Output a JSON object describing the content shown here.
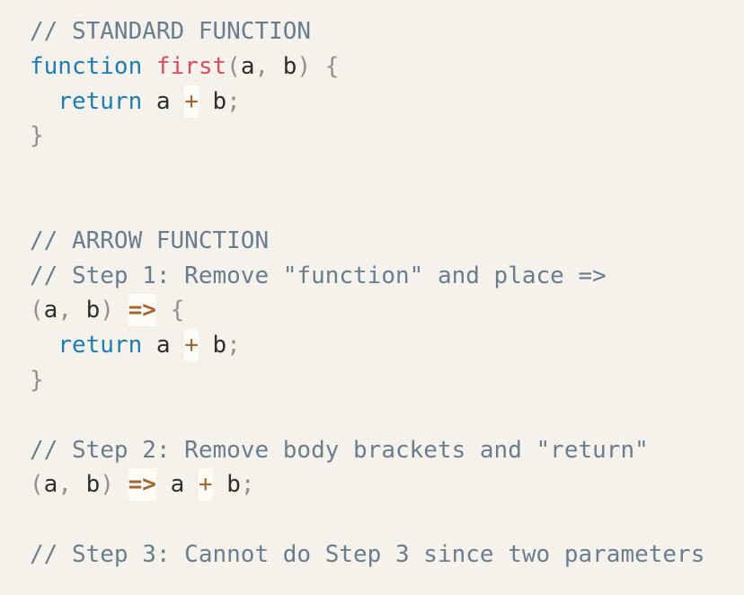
{
  "colors": {
    "bg": "#f5f2ec",
    "comment": "#6a7d8e",
    "keyword": "#1b7db6",
    "function-name": "#dd4b5e",
    "punctuation": "#8f8f8f",
    "variable": "#2e2e2e",
    "operator": "#a8642c",
    "operator-highlight": "#fdfbf6"
  },
  "code": {
    "lines": [
      {
        "tokens": [
          {
            "text": "// STANDARD FUNCTION",
            "type": "comment"
          }
        ]
      },
      {
        "tokens": [
          {
            "text": "function",
            "type": "keyword"
          },
          {
            "text": " ",
            "type": "plain"
          },
          {
            "text": "first",
            "type": "fname"
          },
          {
            "text": "(",
            "type": "punct"
          },
          {
            "text": "a",
            "type": "var"
          },
          {
            "text": ", ",
            "type": "punct"
          },
          {
            "text": "b",
            "type": "var"
          },
          {
            "text": ")",
            "type": "punct"
          },
          {
            "text": " ",
            "type": "plain"
          },
          {
            "text": "{",
            "type": "punct"
          }
        ]
      },
      {
        "tokens": [
          {
            "text": "  ",
            "type": "plain"
          },
          {
            "text": "return",
            "type": "keyword"
          },
          {
            "text": " ",
            "type": "plain"
          },
          {
            "text": "a",
            "type": "var"
          },
          {
            "text": " ",
            "type": "plain"
          },
          {
            "text": "+",
            "type": "op"
          },
          {
            "text": " ",
            "type": "plain"
          },
          {
            "text": "b",
            "type": "var"
          },
          {
            "text": ";",
            "type": "punct"
          }
        ]
      },
      {
        "tokens": [
          {
            "text": "}",
            "type": "punct"
          }
        ]
      },
      {
        "tokens": []
      },
      {
        "tokens": []
      },
      {
        "tokens": [
          {
            "text": "// ARROW FUNCTION",
            "type": "comment"
          }
        ]
      },
      {
        "tokens": [
          {
            "text": "// Step 1: Remove \"function\" and place =>",
            "type": "comment"
          }
        ]
      },
      {
        "tokens": [
          {
            "text": "(",
            "type": "punct"
          },
          {
            "text": "a",
            "type": "var"
          },
          {
            "text": ", ",
            "type": "punct"
          },
          {
            "text": "b",
            "type": "var"
          },
          {
            "text": ")",
            "type": "punct"
          },
          {
            "text": " ",
            "type": "plain"
          },
          {
            "text": "=>",
            "type": "arrow"
          },
          {
            "text": " ",
            "type": "plain"
          },
          {
            "text": "{",
            "type": "punct"
          }
        ]
      },
      {
        "tokens": [
          {
            "text": "  ",
            "type": "plain"
          },
          {
            "text": "return",
            "type": "keyword"
          },
          {
            "text": " ",
            "type": "plain"
          },
          {
            "text": "a",
            "type": "var"
          },
          {
            "text": " ",
            "type": "plain"
          },
          {
            "text": "+",
            "type": "op"
          },
          {
            "text": " ",
            "type": "plain"
          },
          {
            "text": "b",
            "type": "var"
          },
          {
            "text": ";",
            "type": "punct"
          }
        ]
      },
      {
        "tokens": [
          {
            "text": "}",
            "type": "punct"
          }
        ]
      },
      {
        "tokens": []
      },
      {
        "tokens": [
          {
            "text": "// Step 2: Remove body brackets and \"return\"",
            "type": "comment"
          }
        ]
      },
      {
        "tokens": [
          {
            "text": "(",
            "type": "punct"
          },
          {
            "text": "a",
            "type": "var"
          },
          {
            "text": ", ",
            "type": "punct"
          },
          {
            "text": "b",
            "type": "var"
          },
          {
            "text": ")",
            "type": "punct"
          },
          {
            "text": " ",
            "type": "plain"
          },
          {
            "text": "=>",
            "type": "arrow"
          },
          {
            "text": " ",
            "type": "plain"
          },
          {
            "text": "a",
            "type": "var"
          },
          {
            "text": " ",
            "type": "plain"
          },
          {
            "text": "+",
            "type": "op"
          },
          {
            "text": " ",
            "type": "plain"
          },
          {
            "text": "b",
            "type": "var"
          },
          {
            "text": ";",
            "type": "punct"
          }
        ]
      },
      {
        "tokens": []
      },
      {
        "tokens": [
          {
            "text": "// Step 3: Cannot do Step 3 since two parameters",
            "type": "comment"
          }
        ]
      }
    ]
  }
}
